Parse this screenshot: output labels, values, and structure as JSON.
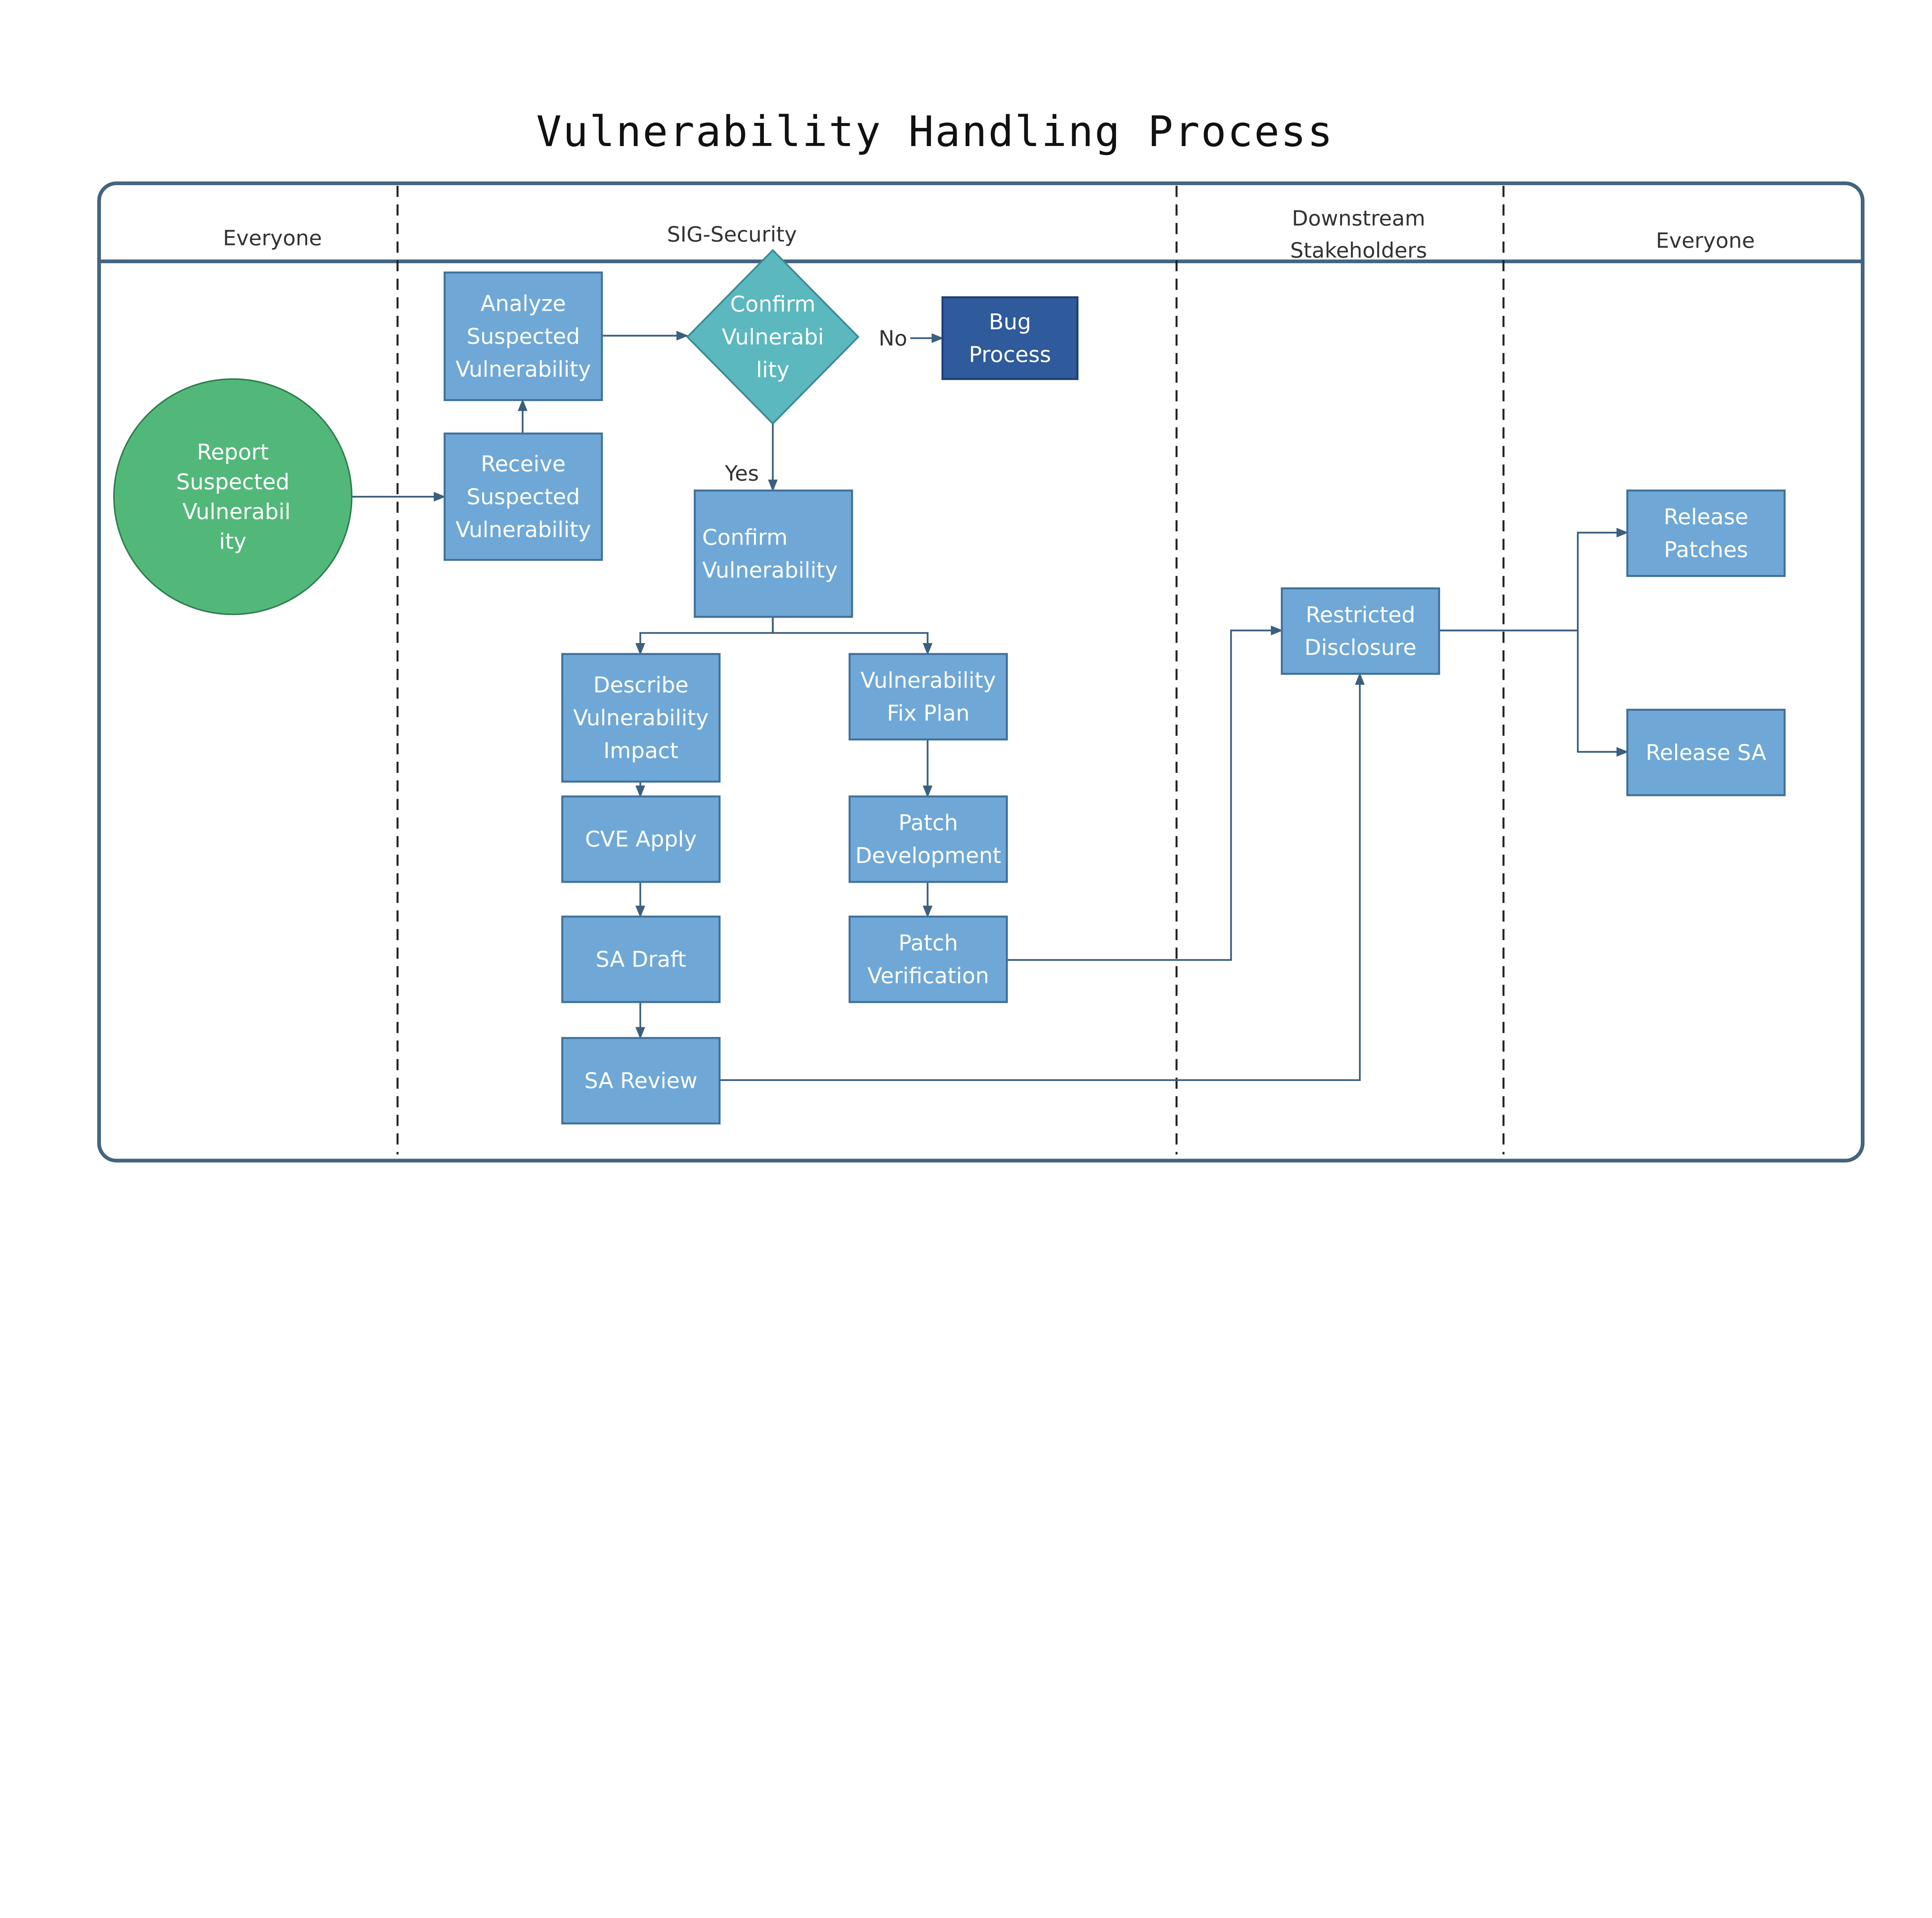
{
  "title": "Vulnerability Handling Process",
  "colors": {
    "process_fill": "#6fa8d6",
    "process_stroke": "#41719c",
    "decision_fill": "#5bb8bf",
    "bug_fill": "#2f5a9c",
    "start_fill": "#52b87a",
    "frame": "#44647f"
  },
  "lanes": [
    {
      "label": [
        "Everyone"
      ]
    },
    {
      "label": [
        "SIG-Security"
      ]
    },
    {
      "label": [
        "Downstream",
        "Stakeholders"
      ]
    },
    {
      "label": [
        "Everyone"
      ]
    }
  ],
  "nodes": {
    "report": {
      "lines": [
        "Report",
        "Suspected",
        "Vulnerabil",
        "ity"
      ],
      "shape": "circle"
    },
    "receive": {
      "lines": [
        "Receive",
        "Suspected",
        "Vulnerability"
      ],
      "shape": "process"
    },
    "analyze": {
      "lines": [
        "Analyze",
        "Suspected",
        "Vulnerability"
      ],
      "shape": "process"
    },
    "confirm_decision": {
      "lines": [
        "Confirm",
        "Vulnerabi",
        "lity"
      ],
      "shape": "decision"
    },
    "bug": {
      "lines": [
        "Bug",
        "Process"
      ],
      "shape": "process-dark"
    },
    "confirm": {
      "lines": [
        "Confirm",
        "Vulnerability"
      ],
      "shape": "process"
    },
    "describe": {
      "lines": [
        "Describe",
        "Vulnerability",
        "Impact"
      ],
      "shape": "process"
    },
    "cve": {
      "lines": [
        "CVE Apply"
      ],
      "shape": "process"
    },
    "sa_draft": {
      "lines": [
        "SA Draft"
      ],
      "shape": "process"
    },
    "sa_review": {
      "lines": [
        "SA Review"
      ],
      "shape": "process"
    },
    "fix_plan": {
      "lines": [
        "Vulnerability",
        "Fix Plan"
      ],
      "shape": "process"
    },
    "patch_dev": {
      "lines": [
        "Patch",
        "Development"
      ],
      "shape": "process"
    },
    "patch_ver": {
      "lines": [
        "Patch",
        "Verification"
      ],
      "shape": "process"
    },
    "restricted": {
      "lines": [
        "Restricted",
        "Disclosure"
      ],
      "shape": "process"
    },
    "release_patches": {
      "lines": [
        "Release",
        "Patches"
      ],
      "shape": "process"
    },
    "release_sa": {
      "lines": [
        "Release SA"
      ],
      "shape": "process"
    }
  },
  "edges": [
    {
      "from": "report",
      "to": "receive"
    },
    {
      "from": "receive",
      "to": "analyze"
    },
    {
      "from": "analyze",
      "to": "confirm_decision"
    },
    {
      "from": "confirm_decision",
      "to": "bug",
      "label": "No"
    },
    {
      "from": "confirm_decision",
      "to": "confirm",
      "label": "Yes"
    },
    {
      "from": "confirm",
      "to": "describe"
    },
    {
      "from": "confirm",
      "to": "fix_plan"
    },
    {
      "from": "describe",
      "to": "cve"
    },
    {
      "from": "cve",
      "to": "sa_draft"
    },
    {
      "from": "sa_draft",
      "to": "sa_review"
    },
    {
      "from": "fix_plan",
      "to": "patch_dev"
    },
    {
      "from": "patch_dev",
      "to": "patch_ver"
    },
    {
      "from": "patch_ver",
      "to": "restricted"
    },
    {
      "from": "sa_review",
      "to": "restricted"
    },
    {
      "from": "restricted",
      "to": "release_patches"
    },
    {
      "from": "restricted",
      "to": "release_sa"
    }
  ]
}
